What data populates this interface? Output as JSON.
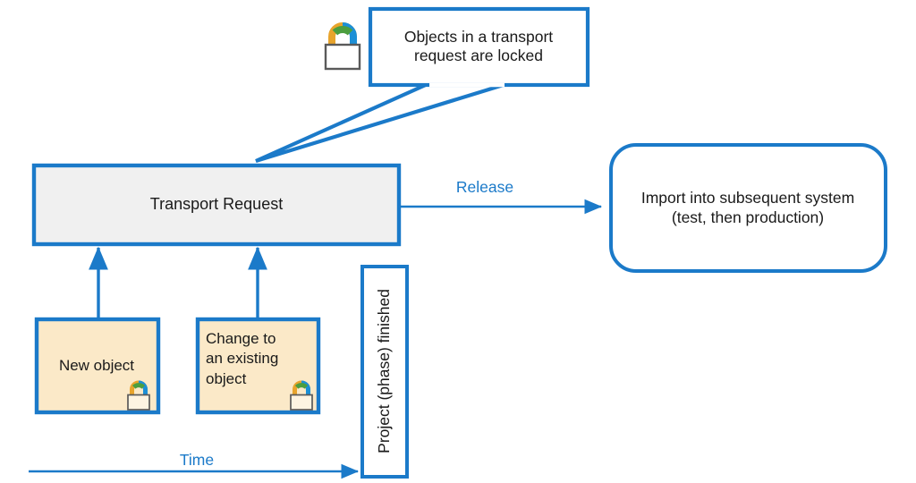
{
  "diagram": {
    "title": "SAP Transport Request lifecycle diagram",
    "colors": {
      "accent_blue": "#1B7AC9",
      "box_gray_fill": "#F0F0F0",
      "box_beige_fill": "#FBE9C8",
      "box_white_fill": "#FFFFFF",
      "text_dark": "#1A1A1A",
      "lock_shackle_orange": "#E8A42C",
      "lock_shackle_green": "#4C9E3F",
      "lock_shackle_blue": "#1C8FD6",
      "lock_body_outline": "#5A5A5A"
    },
    "callout": {
      "text": "Objects in a transport\nrequest are locked",
      "lock_icon": "lock-icon"
    },
    "nodes": {
      "transport_request": {
        "label": "Transport Request"
      },
      "import_system": {
        "label": "Import into subsequent system\n(test, then production)"
      },
      "new_object": {
        "label": "New object",
        "lock_icon": "lock-icon"
      },
      "change_object": {
        "label": "Change to\nan existing\nobject",
        "lock_icon": "lock-icon"
      },
      "project_phase": {
        "label": "Project (phase) finished"
      }
    },
    "edges": {
      "release": {
        "label": "Release"
      },
      "timeline": {
        "label": "Time"
      }
    }
  }
}
